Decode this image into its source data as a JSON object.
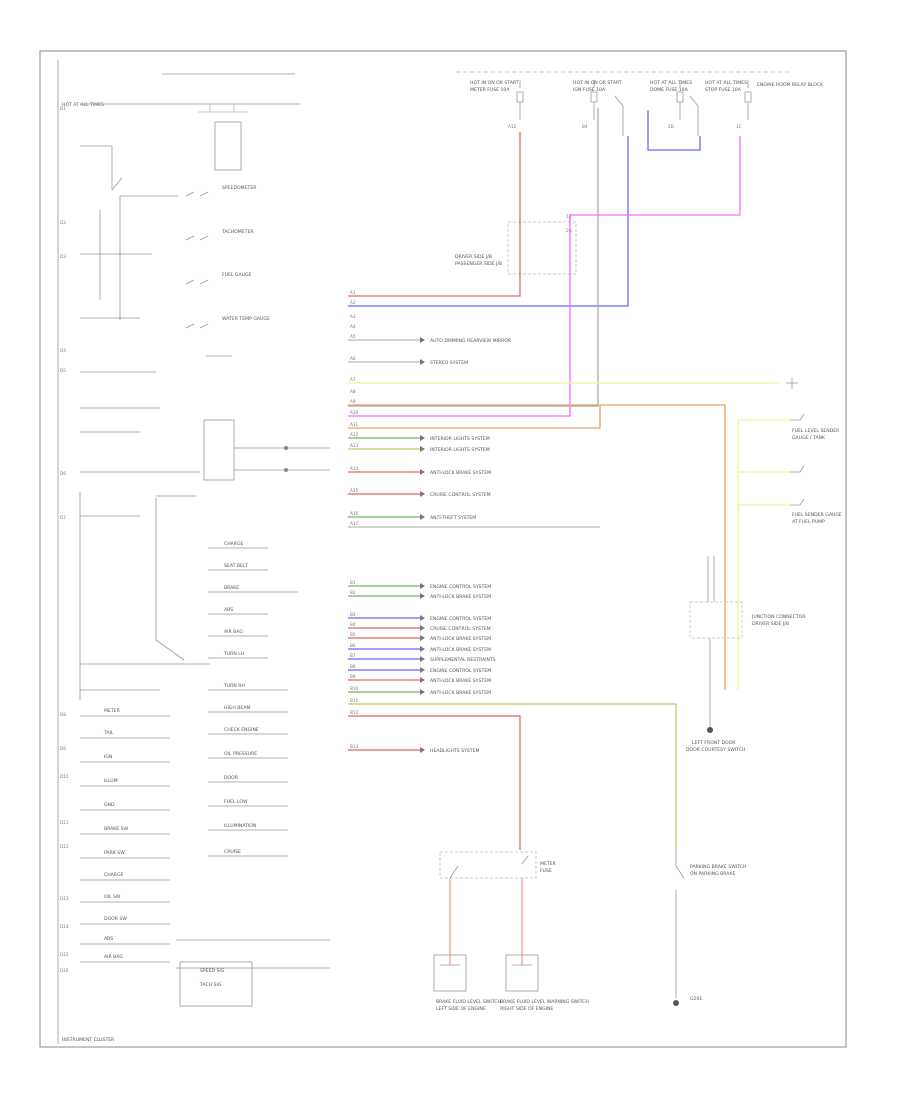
{
  "frame": {
    "footer_label": "INSTRUMENT CLUSTER",
    "left_edge_label": "HOT AT ALL TIMES"
  },
  "fuses": [
    {
      "label": "HOT IN ON OR START",
      "fuse": "METER FUSE 10A"
    },
    {
      "label": "HOT IN ON OR START",
      "fuse": "IGN FUSE 10A"
    },
    {
      "label": "HOT AT ALL TIMES",
      "fuse": "DOME FUSE 10A"
    },
    {
      "label": "HOT AT ALL TIMES",
      "fuse": "STOP FUSE 10A"
    }
  ],
  "fuse_box_note": "ENGINE ROOM RELAY BLOCK",
  "right_components": [
    {
      "name": "DRIVER SIDE J/B",
      "note": "PASSENGER SIDE J/B"
    },
    {
      "name": "FUEL LEVEL SENDER",
      "note": "GAUGE / TANK"
    },
    {
      "name": "FUEL SENDER GAUGE",
      "note": "AT FUEL PUMP"
    },
    {
      "name": "JUNCTION CONNECTOR",
      "note": "DRIVER SIDE J/B"
    },
    {
      "name": "LEFT FRONT DOOR",
      "note": "DOOR COURTESY SWITCH"
    }
  ],
  "bottom_components": [
    {
      "name": "BRAKE FLUID LEVEL SWITCH",
      "note": "LEFT SIDE OF ENGINE"
    },
    {
      "name": "BRAKE FLUID LEVEL WARNING SWITCH",
      "note": "RIGHT SIDE OF ENGINE"
    },
    {
      "name": "PARKING BRAKE SWITCH",
      "note": "ON PARKING BRAKE"
    }
  ],
  "ground_label": "G201",
  "cluster_indicators": [
    "SPEEDOMETER",
    "TACHOMETER",
    "FUEL GAUGE",
    "WATER TEMP GAUGE"
  ],
  "cluster_lamps": [
    "CHARGE",
    "SEAT BELT",
    "BRAKE",
    "ABS",
    "AIR BAG",
    "TURN LH",
    "TURN RH",
    "HIGH BEAM",
    "CHECK ENGINE",
    "OIL PRESSURE",
    "DOOR",
    "FUEL LOW",
    "ILLUMINATION",
    "CRUISE"
  ],
  "left_labels": [
    "METER",
    "TAIL",
    "IGN",
    "ILLUM",
    "GND",
    "BRAKE SW",
    "PARK SW",
    "CHARGE",
    "OIL SW",
    "DOOR SW",
    "ABS",
    "AIR BAG",
    "SPEED SIG",
    "TACH SIG"
  ],
  "right_destinations": [
    "AUTO DIMMING REARVIEW MIRROR",
    "STEREO SYSTEM",
    "INTERIOR LIGHTS SYSTEM",
    "INTERIOR LIGHTS SYSTEM",
    "ANTI-LOCK BRAKE SYSTEM",
    "CRUISE CONTROL SYSTEM",
    "ANTI-THEFT SYSTEM",
    "ENGINE CONTROL SYSTEM",
    "ANTI-LOCK BRAKE SYSTEM",
    "ENGINE CONTROL SYSTEM",
    "CRUISE CONTROL SYSTEM",
    "ANTI-LOCK BRAKE SYSTEM",
    "ANTI-LOCK BRAKE SYSTEM",
    "SUPPLEMENTAL RESTRAINTS",
    "ENGINE CONTROL SYSTEM",
    "ANTI-LOCK BRAKE SYSTEM",
    "ANTI-LOCK BRAKE SYSTEM",
    "HEADLIGHTS SYSTEM"
  ],
  "wire_colors": {
    "red": "#e06666",
    "blue": "#6666ff",
    "magenta": "#ff66ff",
    "yellow": "#f2f2a0",
    "orange": "#e6a060",
    "green": "#66bb66",
    "olive": "#c8c860",
    "pink": "#f0a0a0",
    "gray": "#aaaaaa"
  }
}
